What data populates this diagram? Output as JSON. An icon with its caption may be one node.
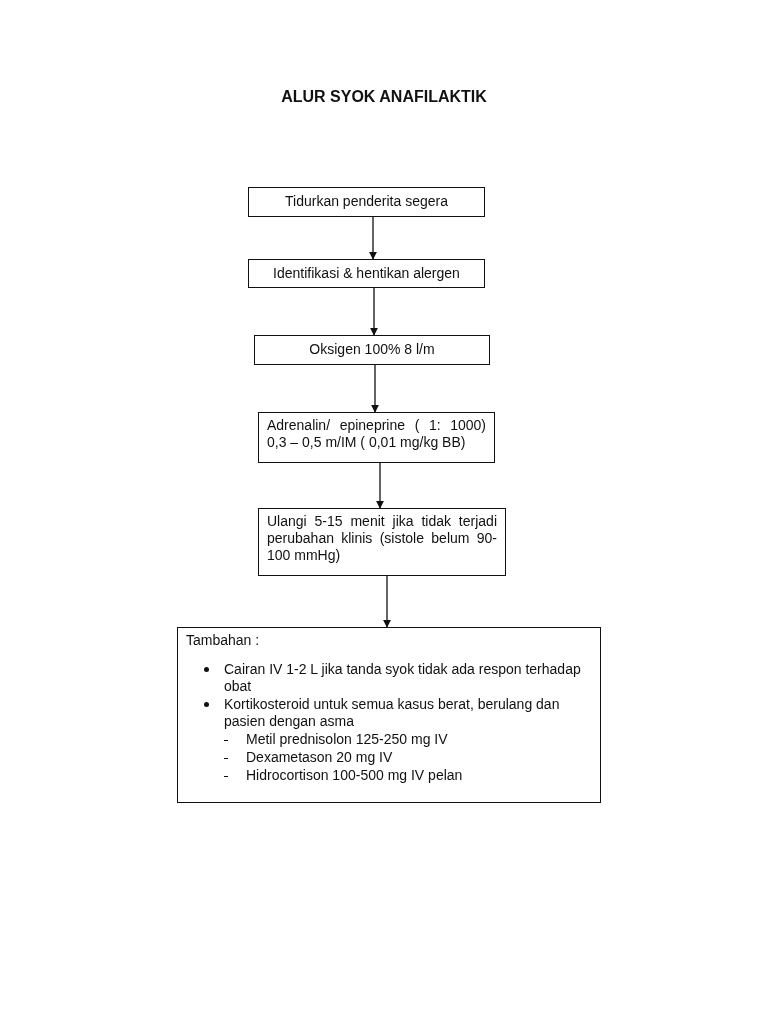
{
  "diagram": {
    "title": "ALUR SYOK ANAFILAKTIK",
    "nodes": [
      {
        "text": [
          "Tidurkan penderita segera"
        ]
      },
      {
        "text": [
          "Identifikasi & hentikan alergen"
        ]
      },
      {
        "text": [
          "Oksigen 100% 8 l/m"
        ]
      },
      {
        "text": [
          "Adrenalin/ epineprine ( 1: 1000) 0,3 – 0,5 m/IM ( 0,01 mg/kg BB)"
        ]
      },
      {
        "text": [
          "Ulangi 5-15 menit jika tidak terjadi perubahan klinis (sistole belum 90-100 mmHg)"
        ]
      },
      {
        "text": [
          "Tambahan :",
          "Cairan IV 1-2 L jika tanda syok tidak ada respon terhadap obat",
          "Kortikosteroid untuk semua kasus berat, berulang dan pasien dengan asma",
          "Metil prednisolon 125-250 mg IV",
          "Dexametason 20 mg IV",
          "Hidrocortison 100-500 mg IV pelan"
        ]
      }
    ],
    "edges": [
      {
        "from": 0,
        "to": 1,
        "arrow": "to"
      },
      {
        "from": 1,
        "to": 2,
        "arrow": "to"
      },
      {
        "from": 2,
        "to": 3,
        "arrow": "to"
      },
      {
        "from": 3,
        "to": 4,
        "arrow": "to"
      },
      {
        "from": 4,
        "to": 5,
        "arrow": "to"
      }
    ]
  }
}
